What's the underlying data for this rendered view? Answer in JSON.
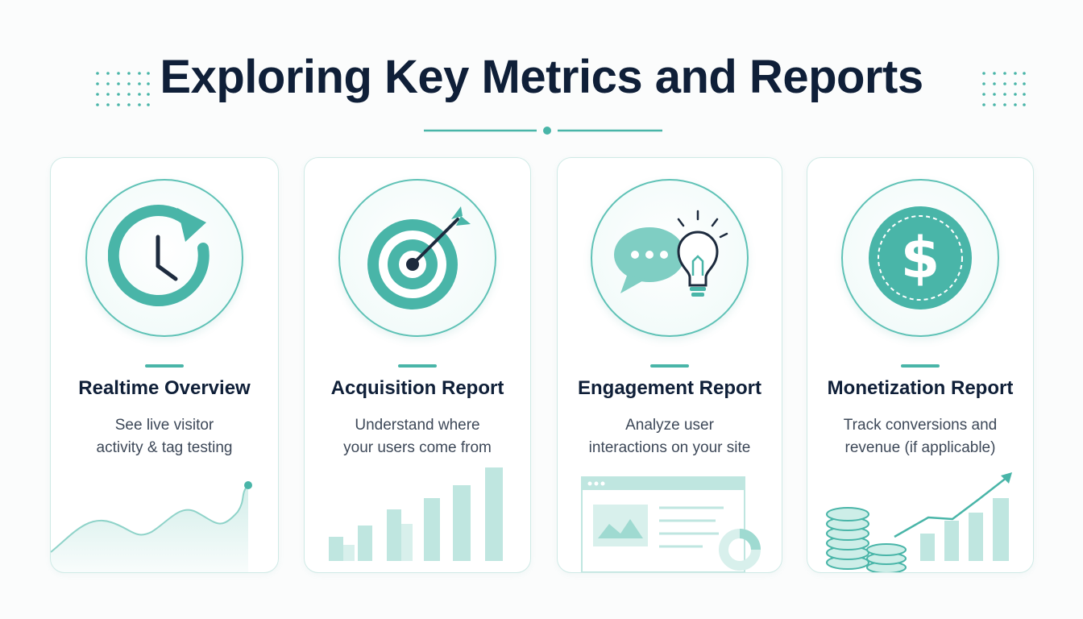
{
  "page": {
    "title": "Exploring Key Metrics and Reports"
  },
  "colors": {
    "teal": "#49b5a8",
    "teal_light": "#bfe6e0",
    "navy": "#0f1f38",
    "text": "#3d4858"
  },
  "cards": [
    {
      "icon": "clock-refresh-icon",
      "title": "Realtime Overview",
      "desc": [
        "See live visitor",
        "activity & tag testing"
      ],
      "decoration": "line-graph"
    },
    {
      "icon": "target-arrow-icon",
      "title": "Acquisition Report",
      "desc": [
        "Understand where",
        "your users come from"
      ],
      "decoration": "bar-graph"
    },
    {
      "icon": "chat-lightbulb-icon",
      "title": "Engagement Report",
      "desc": [
        "Analyze user",
        "interactions on your site"
      ],
      "decoration": "browser-window"
    },
    {
      "icon": "dollar-coin-icon",
      "title": "Monetization Report",
      "desc": [
        "Track conversions and",
        "revenue (if applicable)"
      ],
      "decoration": "coins-growth"
    }
  ]
}
